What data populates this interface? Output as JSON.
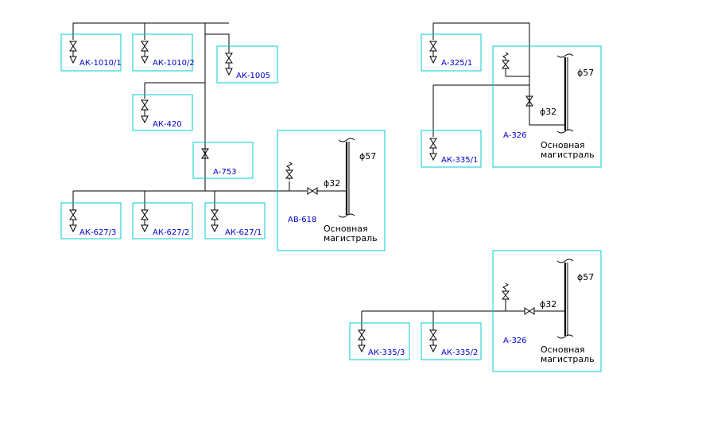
{
  "labels": {
    "ak_1010_1": "АК-1010/1",
    "ak_1010_2": "АК-1010/2",
    "ak_1005": "АК-1005",
    "ak_420": "АК-420",
    "a_753": "А-753",
    "ak_627_3": "АК-627/3",
    "ak_627_2": "АК-627/2",
    "ak_627_1": "АК-627/1",
    "av_618": "АВ-618",
    "a_325_1": "А-325/1",
    "ak_335_1": "АК-335/1",
    "a_326_top": "А-326",
    "ak_335_3": "АК-335/3",
    "ak_335_2": "АК-335/2",
    "a_326_bottom": "А-326"
  },
  "annotations": {
    "diameter_main": "ϕ57",
    "diameter_branch": "ϕ32",
    "main_line_word1": "Основная",
    "main_line_word2": "магистраль"
  },
  "colors": {
    "box_outline": "#00cccc",
    "tag_text": "#0000cc",
    "pipe": "#000000"
  }
}
